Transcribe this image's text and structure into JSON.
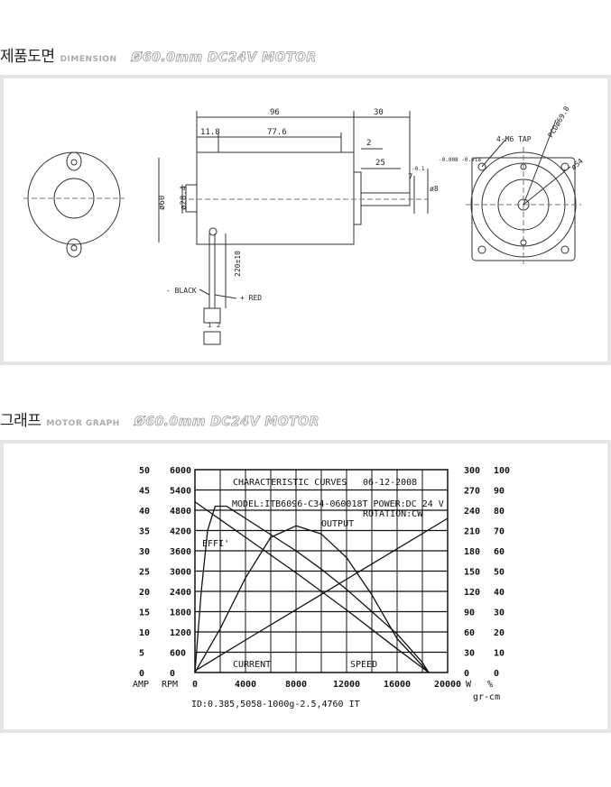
{
  "section1": {
    "title_ko": "제품도면",
    "title_en": "DIMENSION",
    "model": "Ø60.0mm DC24V MOTOR"
  },
  "section2": {
    "title_ko": "그래프",
    "title_en": "MOTOR GRAPH",
    "model": "Ø60.0mm DC24V MOTOR"
  },
  "drawing": {
    "dims": {
      "length_total": "96",
      "shaft_length": "30",
      "d_11_8": "11.8",
      "d_77_6": "77.6",
      "d_2": "2",
      "d_25": "25",
      "d_7": "7",
      "tol_7": "-0.1",
      "shaft_dia": "ø8",
      "tol_shaft": "-0.008\n-0.018",
      "body_dia": "ø60",
      "d_28_4": "ø28.4",
      "wire_len": "220±10",
      "tap": "4-M6 TAP",
      "pcd": "PCDø69.8",
      "d_54": "ø54"
    },
    "labels": {
      "black": "- BLACK",
      "red": "+ RED",
      "pin1": "1",
      "pin2": "2"
    }
  },
  "chart_data": {
    "type": "line",
    "title": "CHARACTERISTIC  CURVES",
    "date": "06-12-2008",
    "model_line": "MODEL:ITB6096-C34-060018T POWER:DC 24 V",
    "rotation": "ROTATION:CW",
    "footer": "ID:0.385,5058-1000g-2.5,4760 IT",
    "xlabel": "gr-cm",
    "xlim": [
      0,
      20000
    ],
    "x_ticks": [
      "0",
      "4000",
      "8000",
      "12000",
      "16000",
      "20000"
    ],
    "axes": {
      "amp": {
        "unit": "AMP",
        "ticks": [
          "0",
          "5",
          "10",
          "15",
          "20",
          "25",
          "30",
          "35",
          "40",
          "45",
          "50"
        ]
      },
      "rpm": {
        "unit": "RPM",
        "ticks": [
          "0",
          "600",
          "1200",
          "1800",
          "2400",
          "3000",
          "3600",
          "4200",
          "4800",
          "5400",
          "6000"
        ]
      },
      "w": {
        "unit": "W",
        "ticks": [
          "0",
          "30",
          "60",
          "90",
          "120",
          "150",
          "180",
          "210",
          "240",
          "270",
          "300"
        ]
      },
      "pct": {
        "unit": "%",
        "ticks": [
          "0",
          "10",
          "20",
          "30",
          "40",
          "50",
          "60",
          "70",
          "80",
          "90",
          "100"
        ]
      }
    },
    "series": [
      {
        "name": "SPEED",
        "axis": "rpm",
        "x": [
          0,
          4000,
          8000,
          12000,
          16000,
          18500
        ],
        "y": [
          5050,
          4000,
          2950,
          1850,
          700,
          0
        ]
      },
      {
        "name": "CURRENT",
        "axis": "amp",
        "x": [
          0,
          4000,
          8000,
          12000,
          16000,
          20000
        ],
        "y": [
          0.4,
          8,
          15.5,
          23,
          30.5,
          38
        ]
      },
      {
        "name": "OUTPUT",
        "axis": "w",
        "x": [
          0,
          2000,
          4000,
          6000,
          8000,
          10000,
          12000,
          14000,
          16000,
          18500
        ],
        "y": [
          0,
          65,
          140,
          200,
          217,
          205,
          170,
          115,
          50,
          0
        ]
      },
      {
        "name": "EFFI'",
        "axis": "pct",
        "x": [
          0,
          500,
          1000,
          1600,
          2500,
          4000,
          6000,
          8000,
          10000,
          12000,
          14000,
          16000,
          18000,
          18500
        ],
        "y": [
          0,
          40,
          70,
          82,
          82,
          76,
          68,
          60,
          51,
          41,
          30,
          19,
          5,
          0
        ]
      }
    ],
    "series_labels": {
      "speed": "SPEED",
      "current": "CURRENT",
      "output": "OUTPUT",
      "effi": "EFFI'"
    }
  }
}
